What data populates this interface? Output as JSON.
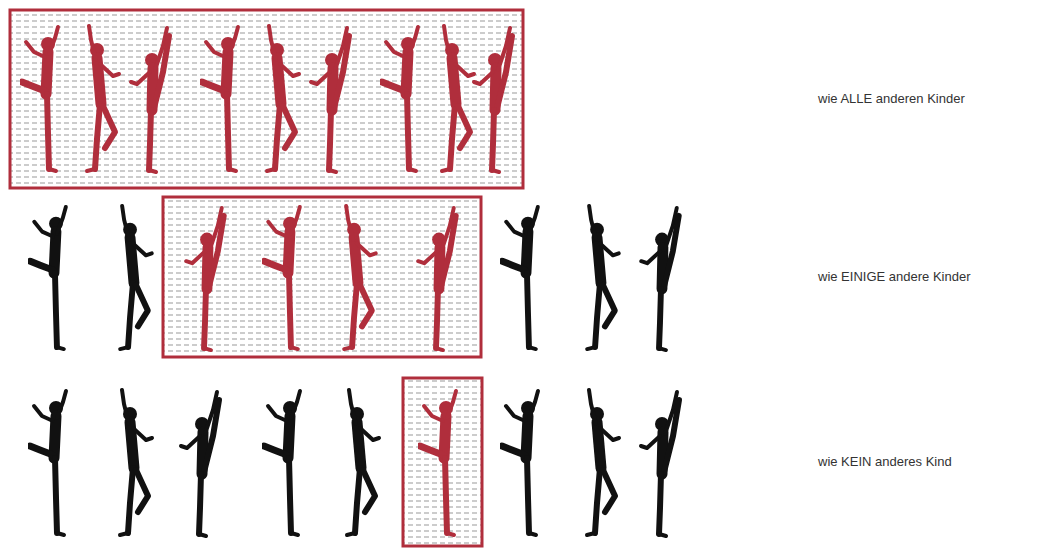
{
  "diagram": {
    "labels": [
      "wie ALLE anderen Kinder",
      "wie EINIGE andere Kinder",
      "wie KEIN anderes Kind"
    ]
  }
}
